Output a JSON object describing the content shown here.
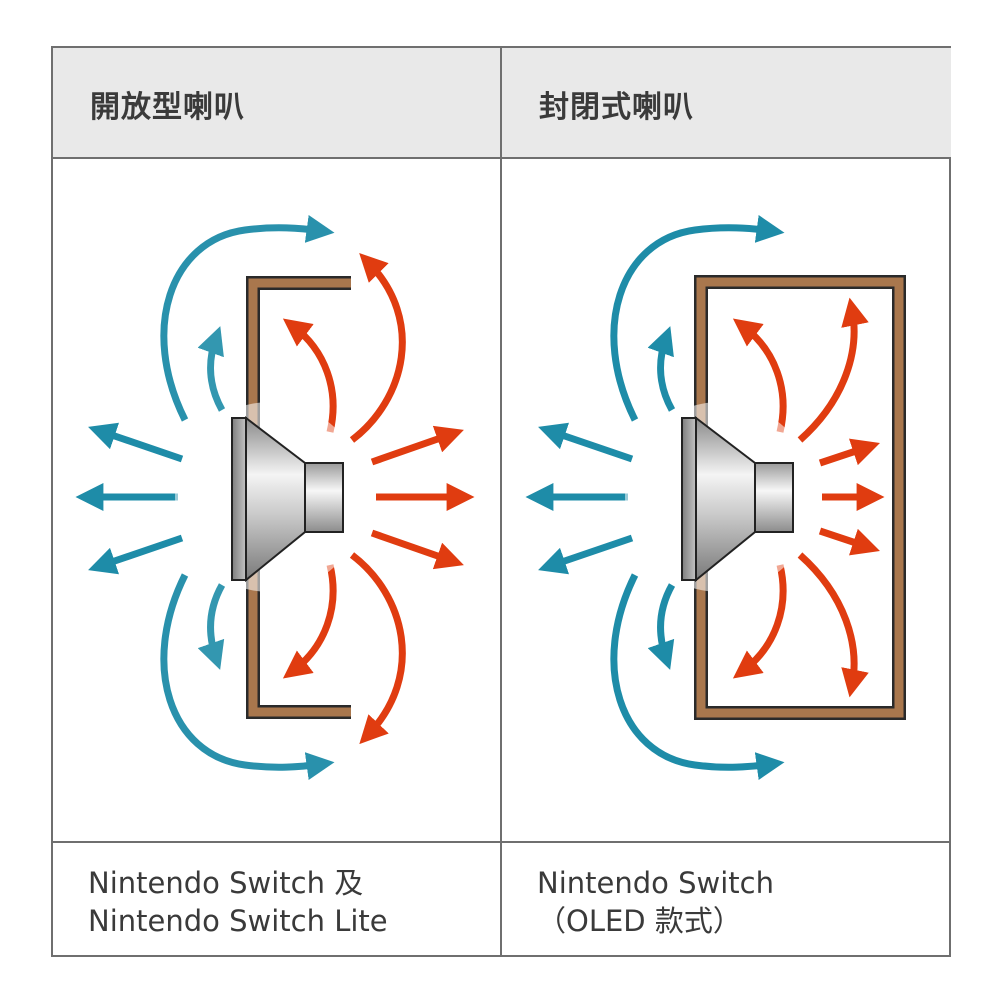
{
  "left": {
    "header": "開放型喇叭",
    "caption_line1": "Nintendo Switch 及",
    "caption_line2": "Nintendo Switch Lite"
  },
  "right": {
    "header": "封閉式喇叭",
    "caption_line1": "Nintendo Switch",
    "caption_line2": "（OLED 款式）"
  },
  "colors": {
    "blue": "#1e8ca8",
    "red": "#e03c10",
    "enclosure": "#a9774d",
    "border": "#6f6f6f",
    "header_bg": "#e9e9e9"
  }
}
